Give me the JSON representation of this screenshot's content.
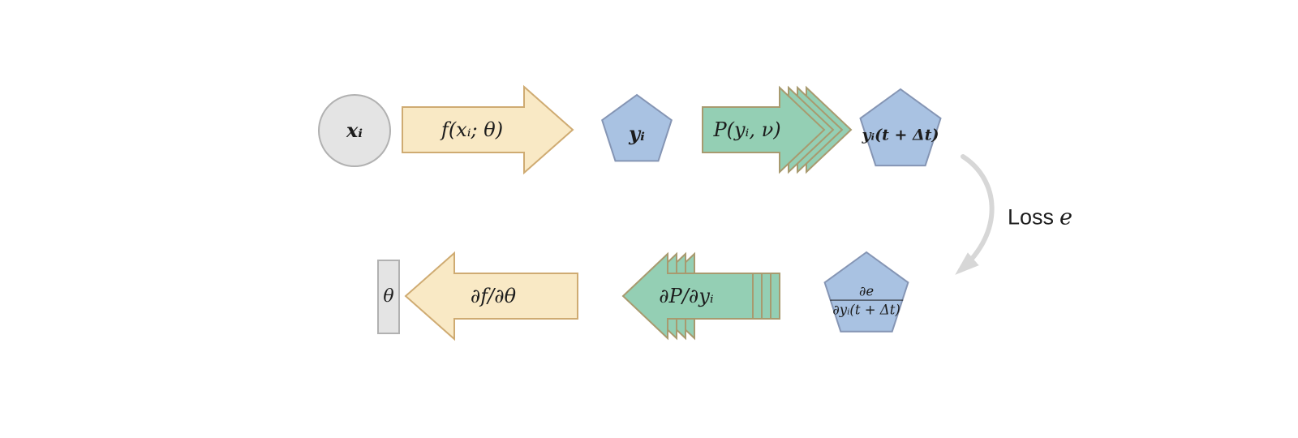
{
  "diagram": {
    "nodes": {
      "input": "xᵢ",
      "state": "yᵢ",
      "next_state": "yᵢ(t + Δt)",
      "gradient_numerator": "∂e",
      "gradient_denominator": "∂yᵢ(t + Δt)",
      "parameters": "θ"
    },
    "arrows": {
      "forward_model": "f(xᵢ; θ)",
      "propagator": "P(yᵢ, ν)",
      "propagator_gradient": "∂P/∂yᵢ",
      "model_gradient": "∂f/∂θ"
    },
    "loss": {
      "label": "Loss",
      "variable": "e"
    }
  },
  "colors": {
    "input_fill": "#e4e4e4",
    "input_stroke": "#b1b1b1",
    "model_arrow_fill": "#f9e9c5",
    "model_arrow_stroke": "#cfab72",
    "pentagon_fill": "#a9c2e2",
    "pentagon_stroke": "#8595b4",
    "propagator_fill": "#94cfb4",
    "propagator_stroke": "#a89a6f",
    "loss_arrow": "#d7d7d7",
    "text": "#1c1c1c"
  }
}
